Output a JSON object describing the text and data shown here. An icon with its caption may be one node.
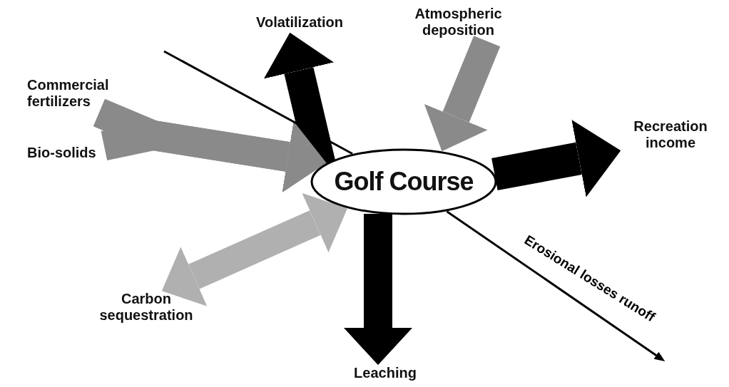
{
  "diagram": {
    "nodes": [
      {
        "text": [
          "Golf Course"
        ]
      },
      {
        "text": [
          "Volatilization"
        ]
      },
      {
        "text": [
          "Atmospheric deposition"
        ]
      },
      {
        "text": [
          "Commercial fertilizers"
        ]
      },
      {
        "text": [
          "Bio-solids"
        ]
      },
      {
        "text": [
          "Recreation income"
        ]
      },
      {
        "text": [
          "Carbon sequestration"
        ]
      },
      {
        "text": [
          "Leaching"
        ]
      }
    ],
    "edges": [
      {
        "from": 0,
        "to": 1,
        "arrow": "to"
      },
      {
        "from": 2,
        "to": 0,
        "arrow": "to",
        "color": "#8a8a8a"
      },
      {
        "from": 3,
        "to": 0,
        "arrow": "to",
        "color": "#8a8a8a"
      },
      {
        "from": 4,
        "to": 0,
        "arrow": "to",
        "color": "#8a8a8a"
      },
      {
        "from": 0,
        "to": 5,
        "arrow": "to"
      },
      {
        "from": 6,
        "to": 0,
        "arrow": "both",
        "color": "#b0b0b0"
      },
      {
        "from": 0,
        "to": 7,
        "arrow": "to"
      },
      {
        "from": 0,
        "to": null,
        "arrow": "to",
        "label": "Erosional losses runoff"
      }
    ]
  }
}
